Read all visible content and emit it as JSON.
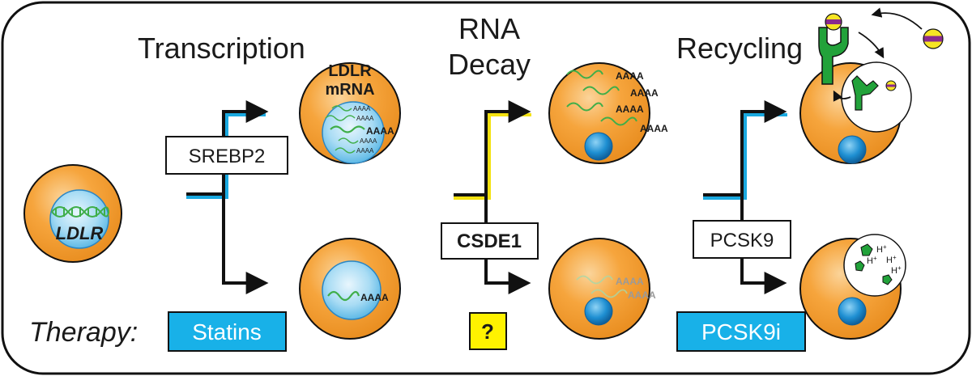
{
  "headings": {
    "transcription": "Transcription",
    "rna_decay_line1": "RNA",
    "rna_decay_line2": "Decay",
    "recycling": "Recycling"
  },
  "gene_label": "LDLR",
  "mrna_label_line1": "LDLR",
  "mrna_label_line2": "mRNA",
  "poly_a": "AAAA",
  "regulators": {
    "srebp2": "SREBP2",
    "csde1": "CSDE1",
    "pcsk9": "PCSK9"
  },
  "therapy": {
    "label": "Therapy:",
    "statins": "Statins",
    "question": "?",
    "pcsk9i": "PCSK9i"
  },
  "proton": "H",
  "proton_charge": "+",
  "colors": {
    "cell_orange": "#f5a035",
    "nucleus_blue": "#2e9fdc",
    "rna_green": "#3fae49",
    "receptor_green": "#22a23a",
    "srebp2_path": "#1aa9e0",
    "csde1_path": "#f4e211",
    "pcsk9_path": "#1aa9e0",
    "statins_fill": "#18b1e8",
    "question_fill": "#fff200",
    "pcsk9i_fill": "#18b1e8",
    "ldl_purple": "#8a2a8e",
    "ldl_yellow": "#f6e524"
  }
}
